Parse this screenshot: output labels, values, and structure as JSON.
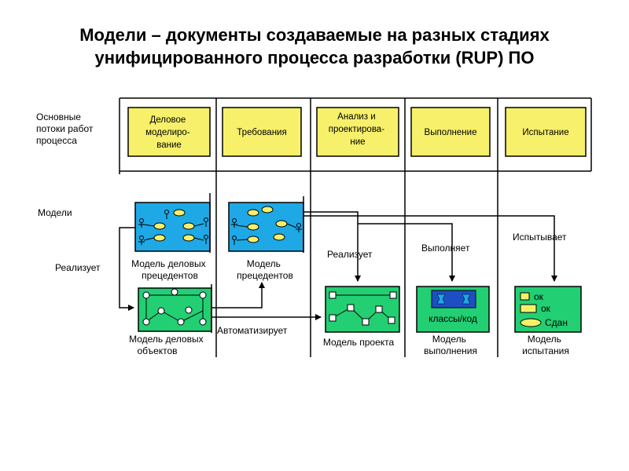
{
  "title": {
    "line1": "Модели – документы создаваемые на разных стадиях",
    "line2": "унифицированного процесса разработки (RUP) ПО"
  },
  "diagram": {
    "workflows_caption": [
      "Основные",
      "потоки работ",
      "процесса"
    ],
    "models_caption": "Модели",
    "workflows": [
      {
        "lines": [
          "Деловое",
          "моделиро-",
          "вание"
        ]
      },
      {
        "lines": [
          "Требования"
        ]
      },
      {
        "lines": [
          "Анализ и",
          "проектирова-",
          "ние"
        ]
      },
      {
        "lines": [
          "Выполнение"
        ]
      },
      {
        "lines": [
          "Испытание"
        ]
      }
    ],
    "models": {
      "business_use_case": [
        "Модель деловых",
        "прецедентов"
      ],
      "use_case": [
        "Модель",
        "прецедентов"
      ],
      "business_object": [
        "Модель деловых",
        "объектов"
      ],
      "design": "Модель проекта",
      "implementation": [
        "Модель",
        "выполнения"
      ],
      "test": [
        "Модель",
        "испытания"
      ]
    },
    "relations": {
      "realizes_left": "Реализует",
      "realizes_design": "Реализует",
      "implements": "Выполняет",
      "tests": "Испытывает",
      "automates": "Автоматизирует"
    },
    "box_text": {
      "classes_code": "классы/код",
      "ok1": "ок",
      "ok2": "ок",
      "passed": "Сдан"
    },
    "colors": {
      "workflow_fill": "#f7f06a",
      "use_case_model_fill": "#1ea8e6",
      "object_model_fill": "#22cf72",
      "line": "#000000"
    }
  }
}
